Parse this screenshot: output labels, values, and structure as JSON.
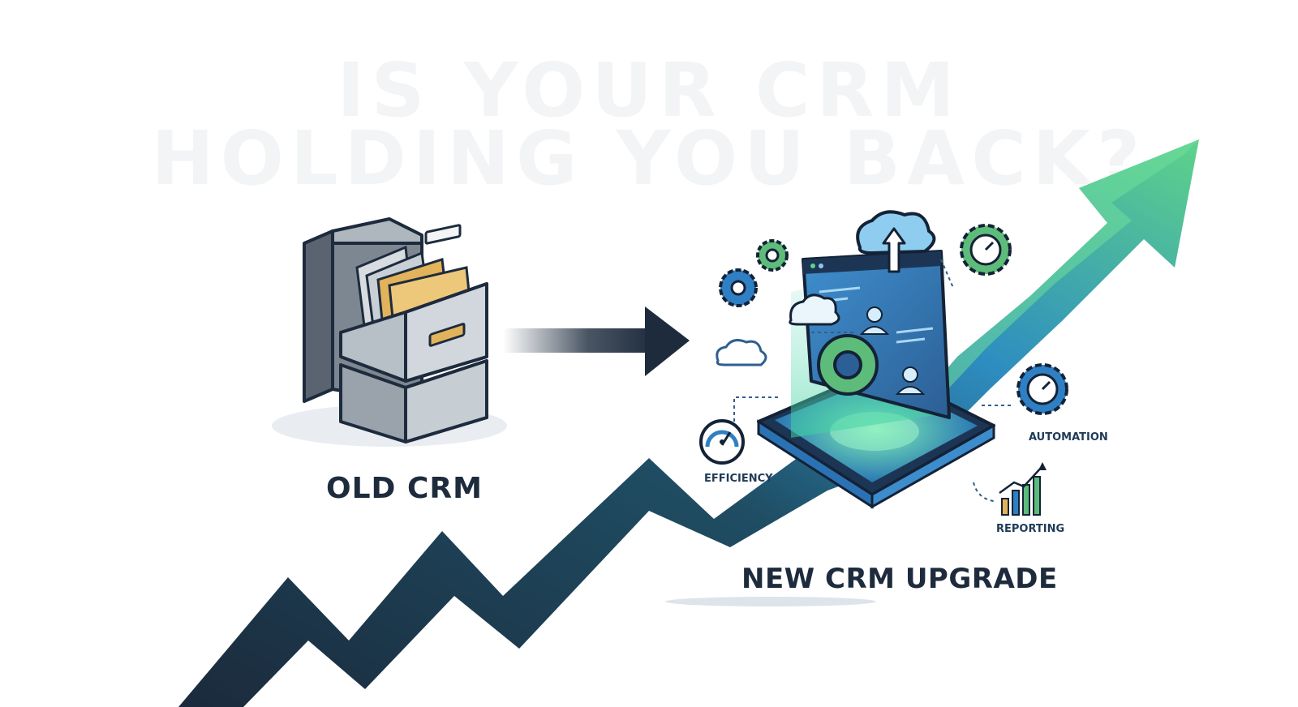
{
  "headline": {
    "line1": "IS YOUR CRM",
    "line2": "HOLDING YOU BACK?"
  },
  "old_crm": {
    "label": "OLD CRM",
    "icon": "filing-cabinet-icon"
  },
  "new_crm": {
    "label": "NEW CRM UPGRADE",
    "icon": "tablet-dashboard-icon"
  },
  "features": {
    "efficiency": "EFFICIENCY",
    "automation": "AUTOMATION",
    "reporting": "REPORTING"
  },
  "icons": [
    "gear-icon",
    "cloud-upload-icon",
    "speedometer-icon",
    "bar-chart-icon",
    "cloud-icon",
    "users-icon"
  ],
  "colors": {
    "navy": "#1d2b3d",
    "green": "#5ed38a",
    "blue": "#2f7fc4",
    "folder_gold": "#e2b35a",
    "cabinet_gray": "#8d959e"
  }
}
